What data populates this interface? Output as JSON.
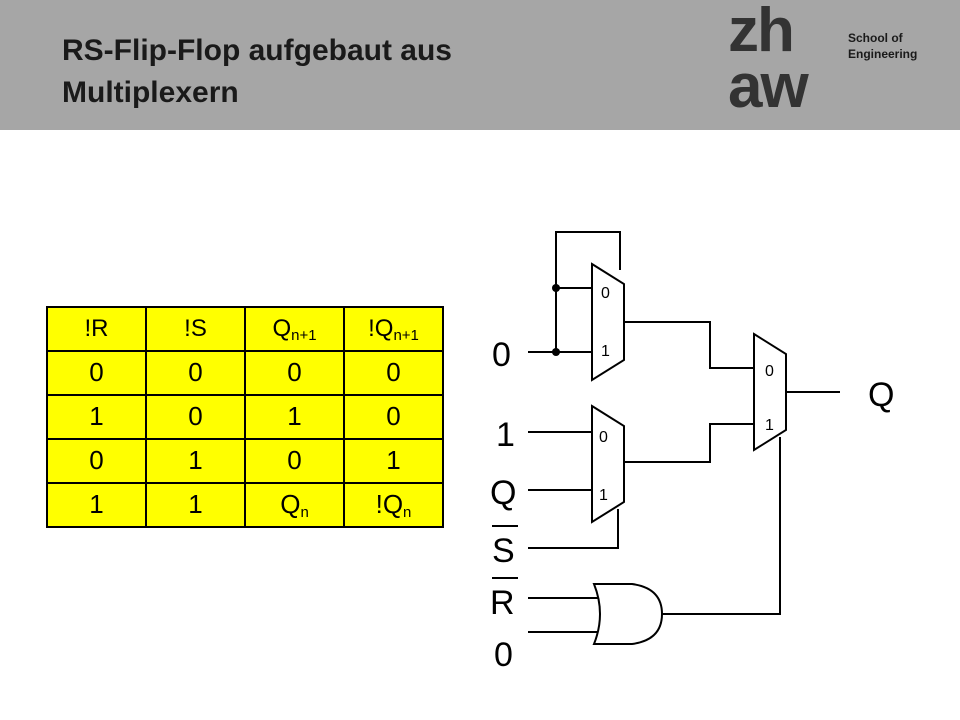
{
  "header": {
    "title_line1": "RS-Flip-Flop aufgebaut aus",
    "title_line2": "Multiplexern",
    "school_line1": "School of",
    "school_line2": "Engineering",
    "logo_line1": "zh",
    "logo_line2": "aw"
  },
  "truth_table": {
    "headers": [
      {
        "main": "!R",
        "sub": ""
      },
      {
        "main": "!S",
        "sub": ""
      },
      {
        "main": "Q",
        "sub": "n+1"
      },
      {
        "main": "!Q",
        "sub": "n+1"
      }
    ],
    "rows": [
      [
        {
          "main": "0",
          "sub": ""
        },
        {
          "main": "0",
          "sub": ""
        },
        {
          "main": "0",
          "sub": ""
        },
        {
          "main": "0",
          "sub": ""
        }
      ],
      [
        {
          "main": "1",
          "sub": ""
        },
        {
          "main": "0",
          "sub": ""
        },
        {
          "main": "1",
          "sub": ""
        },
        {
          "main": "0",
          "sub": ""
        }
      ],
      [
        {
          "main": "0",
          "sub": ""
        },
        {
          "main": "1",
          "sub": ""
        },
        {
          "main": "0",
          "sub": ""
        },
        {
          "main": "1",
          "sub": ""
        }
      ],
      [
        {
          "main": "1",
          "sub": ""
        },
        {
          "main": "1",
          "sub": ""
        },
        {
          "main": "Q",
          "sub": "n"
        },
        {
          "main": "!Q",
          "sub": "n"
        }
      ]
    ]
  },
  "circuit": {
    "inputs": [
      "0",
      "1",
      "Q",
      "S",
      "R",
      "0"
    ],
    "output": "Q",
    "mux_input_labels": [
      "0",
      "1"
    ]
  }
}
